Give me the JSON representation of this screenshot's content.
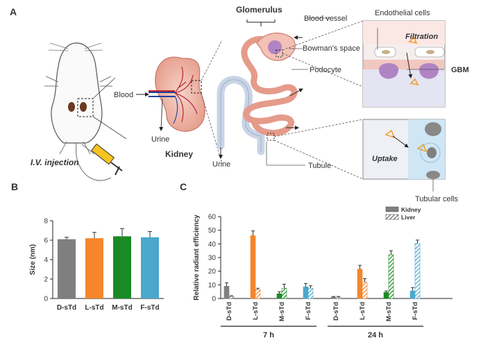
{
  "panels": {
    "a": "A",
    "b": "B",
    "c": "C"
  },
  "schematic": {
    "injection": "I.V. injection",
    "blood": "Blood",
    "urine": "Urine",
    "kidney": "Kidney",
    "urine2": "Urine",
    "glomerulus": "Glomerulus",
    "blood_vessel": "Blood vessel",
    "bowmans_space": "Bowman's space",
    "podocyte": "Podocyte",
    "tubule": "Tubule",
    "endothelial_cells": "Endothelial cells",
    "filtration": "Filtration",
    "gbm": "GBM",
    "uptake": "Uptake",
    "tubular_cells": "Tubular cells"
  },
  "colors": {
    "D-sTd": "#7f7f7f",
    "L-sTd": "#f5862b",
    "M-sTd": "#1a8a25",
    "F-sTd": "#4aa8cc",
    "kidney_tissue": "#efb7a8",
    "tubule": "#c9d5e6"
  },
  "chart_data": [
    {
      "type": "bar",
      "ylabel": "Size (nm)",
      "ylim": [
        0,
        8
      ],
      "yticks": [
        0,
        2,
        4,
        6,
        8
      ],
      "categories": [
        "D-sTd",
        "L-sTd",
        "M-sTd",
        "F-sTd"
      ],
      "values": [
        6.1,
        6.2,
        6.4,
        6.3
      ],
      "errors": [
        0.2,
        0.6,
        0.8,
        0.6
      ]
    },
    {
      "type": "bar",
      "ylabel": "Relative radiant efficiency",
      "ylim": [
        0,
        60
      ],
      "yticks": [
        0,
        10,
        20,
        30,
        40,
        50,
        60
      ],
      "legend_position": "top-right",
      "groups": [
        "7 h",
        "24 h"
      ],
      "categories": [
        "D-sTd",
        "L-sTd",
        "M-sTd",
        "F-sTd"
      ],
      "series": [
        {
          "name": "Kidney",
          "pattern": "solid",
          "values": {
            "7 h": [
              9,
              46,
              3.5,
              8.5
            ],
            "24 h": [
              1,
              21.5,
              4.5,
              5.5
            ]
          },
          "errors": {
            "7 h": [
              2.5,
              3.5,
              1.5,
              2.5
            ],
            "24 h": [
              0.5,
              2.8,
              1,
              2.5
            ]
          }
        },
        {
          "name": "Liver",
          "pattern": "hatched",
          "values": {
            "7 h": [
              1.5,
              6.5,
              7.5,
              7.5
            ],
            "24 h": [
              1,
              12,
              32,
              40.5
            ]
          },
          "errors": {
            "7 h": [
              0.5,
              1,
              3,
              1.8
            ],
            "24 h": [
              0.5,
              2.5,
              3,
              2.3
            ]
          }
        }
      ]
    }
  ]
}
